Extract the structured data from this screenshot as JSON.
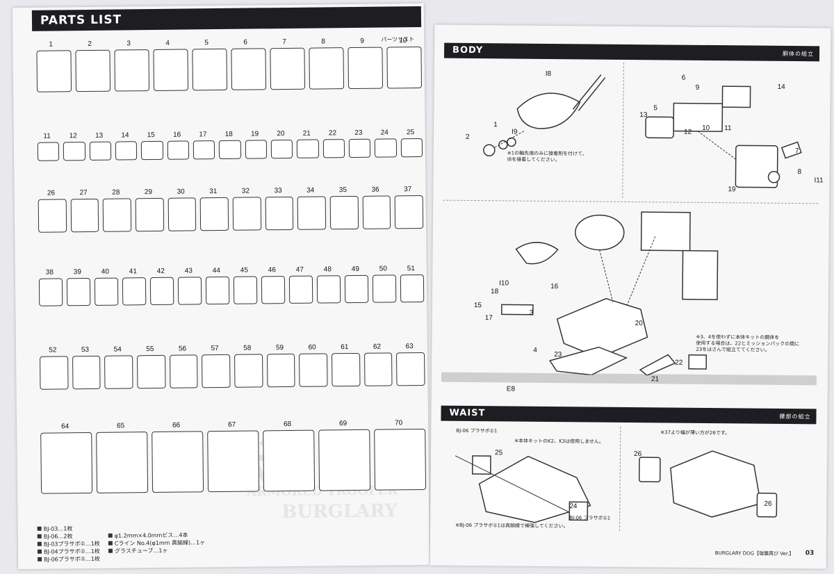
{
  "left_page": {
    "header_title": "PARTS LIST",
    "header_sub": "パーツリスト",
    "part_numbers": [
      "1",
      "2",
      "3",
      "4",
      "5",
      "6",
      "7",
      "8",
      "9",
      "10",
      "11",
      "12",
      "13",
      "14",
      "15",
      "16",
      "17",
      "18",
      "19",
      "20",
      "21",
      "22",
      "23",
      "24",
      "25",
      "26",
      "27",
      "28",
      "29",
      "30",
      "31",
      "32",
      "33",
      "34",
      "35",
      "36",
      "37",
      "38",
      "39",
      "40",
      "41",
      "42",
      "43",
      "44",
      "45",
      "46",
      "47",
      "48",
      "49",
      "50",
      "51",
      "52",
      "53",
      "54",
      "55",
      "56",
      "57",
      "58",
      "59",
      "60",
      "61",
      "62",
      "63",
      "64",
      "65",
      "66",
      "67",
      "68",
      "69",
      "70"
    ],
    "legend_left": [
      "BJ-03…1枚",
      "BJ-06…2枚",
      "BJ-03プラサボ①…1枚",
      "BJ-04プラサボ①…1枚",
      "BJ-06プラサボ①…1枚"
    ],
    "legend_right": [
      "φ1.2mm×4.0mmビス…4本",
      "Cライン No.4(φ1mm 真鍮線)…1ヶ",
      "グラスチューブ…1ヶ"
    ],
    "ghost_text": [
      "ARMORED TROOPER",
      "BURGLARY",
      "VOTOMS"
    ]
  },
  "right_page": {
    "body_header": "BODY",
    "body_sub": "胴体の組立",
    "body_notes": [
      "※1の軸先端のみに接着剤を付けて、",
      "I8を接着してください。"
    ],
    "body_note2": [
      "※3、4を使わずに本体キットの胴体を",
      "使用する場合は、22とミッションパックの間に",
      "23をはさんで組立ててください。"
    ],
    "body_labels": [
      "I8",
      "1",
      "2",
      "I9",
      "5",
      "6",
      "9",
      "14",
      "13",
      "12",
      "11",
      "10",
      "7",
      "8",
      "I11",
      "19",
      "16",
      "I10",
      "3",
      "18",
      "15",
      "17",
      "20",
      "23",
      "4",
      "22",
      "E8",
      "21"
    ],
    "waist_header": "WAIST",
    "waist_sub": "腰部の組立",
    "waist_notes": [
      "BJ-06 プラサボ①1",
      "※本体キットのK2、K3は使用しません。",
      "BJ-06 プラサボ①1",
      "※BJ-06 プラサボ①1は真鍮線で補強してください。",
      "※37より幅が薄い方が26です。"
    ],
    "waist_labels": [
      "25",
      "24",
      "26",
      "26"
    ],
    "footer_title": "BURGLARY DOG【強襲再び Ver.】",
    "footer_page": "03"
  },
  "colors": {
    "header_bg": "#1e1e22",
    "paper": "#f7f7f8",
    "ink": "#333333"
  }
}
